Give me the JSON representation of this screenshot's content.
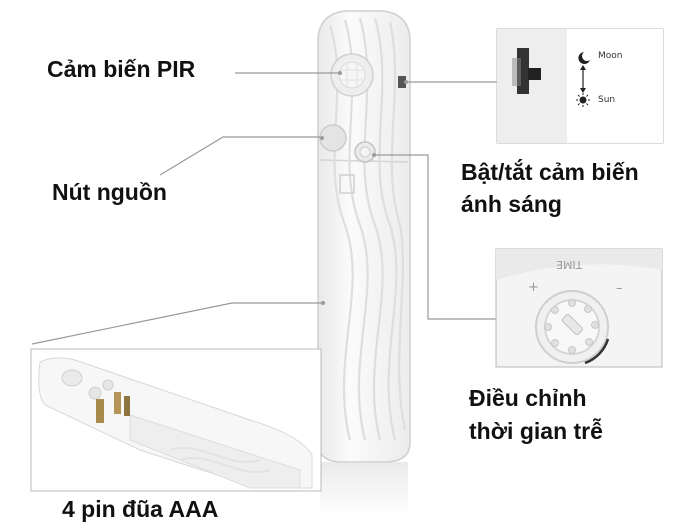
{
  "labels": {
    "pir": "Cảm biến PIR",
    "power": "Nút nguồn",
    "light_line1": "Bật/tắt cảm biến",
    "light_line2": "ánh sáng",
    "time_line1": "Điều chỉnh",
    "time_line2": "thời gian trễ",
    "battery": "4 pin đũa AAA"
  },
  "switch_inset": {
    "moon": "Moon",
    "sun": "Sun"
  },
  "dial_inset": {
    "time": "TIME",
    "plus": "+",
    "minus": "–"
  },
  "colors": {
    "body": "#f7f7f7",
    "line": "#9a9a9a",
    "text": "#111111"
  }
}
